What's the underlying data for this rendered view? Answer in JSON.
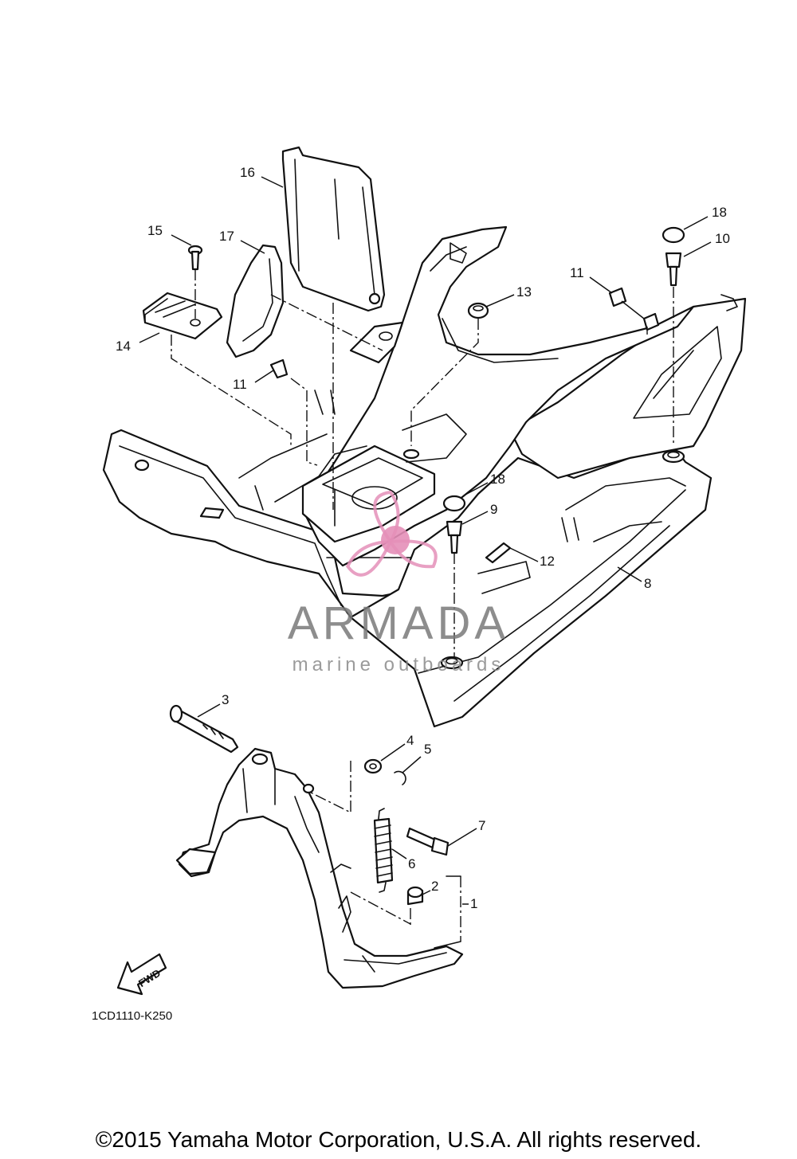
{
  "diagram": {
    "code": "1CD1110-K250",
    "direction_label": "FWD",
    "callouts": {
      "c1": "1",
      "c2": "2",
      "c3": "3",
      "c4": "4",
      "c5": "5",
      "c6": "6",
      "c7": "7",
      "c8": "8",
      "c9": "9",
      "c10": "10",
      "c11a": "11",
      "c11b": "11",
      "c12": "12",
      "c13": "13",
      "c14": "14",
      "c15": "15",
      "c16": "16",
      "c17": "17",
      "c18a": "18",
      "c18b": "18"
    }
  },
  "watermark": {
    "brand": "ARMADA",
    "tagline": "marine outboards",
    "accent_color": "#e48fb8"
  },
  "footer": {
    "copyright": "©2015 Yamaha Motor Corporation, U.S.A. All rights reserved."
  }
}
